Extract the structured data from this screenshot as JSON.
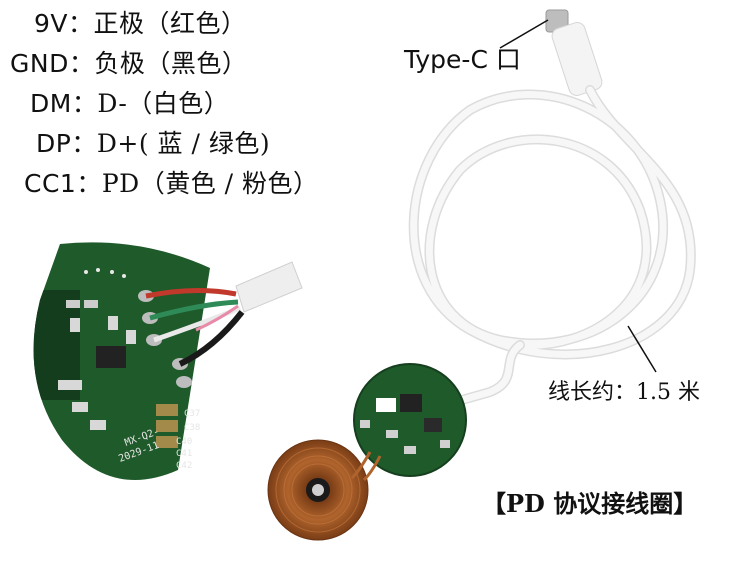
{
  "pin_legend": [
    {
      "code": "9V",
      "sep": "：",
      "desc": "正极（红色）"
    },
    {
      "code": "GND",
      "sep": "：",
      "desc": "负极（黑色）"
    },
    {
      "code": "DM",
      "sep": "：",
      "desc": "D-（白色）"
    },
    {
      "code": "DP",
      "sep": "：",
      "desc": "D+( 蓝 / 绿色)"
    },
    {
      "code": "CC1",
      "sep": "：",
      "desc": "PD（黄色 / 粉色）"
    }
  ],
  "labels": {
    "connector": "Type-C 口",
    "cable_length": "线长约：1.5 米",
    "protocol": "【PD 协议接线圈】"
  },
  "pcb_silkscreen": {
    "caps": [
      "C37",
      "C38",
      "C40",
      "C41",
      "C42"
    ],
    "model": "MX-Q2-",
    "date": "2029-11"
  },
  "colors": {
    "pcb_green": "#1f5a2a",
    "pcb_dark": "#143d1d",
    "wire_red": "#c0392b",
    "wire_black": "#1a1a1a",
    "wire_white": "#e9e9e9",
    "wire_green": "#2e8b57",
    "cable_white": "#f2f2f2",
    "coil_copper": "#b0642d"
  }
}
